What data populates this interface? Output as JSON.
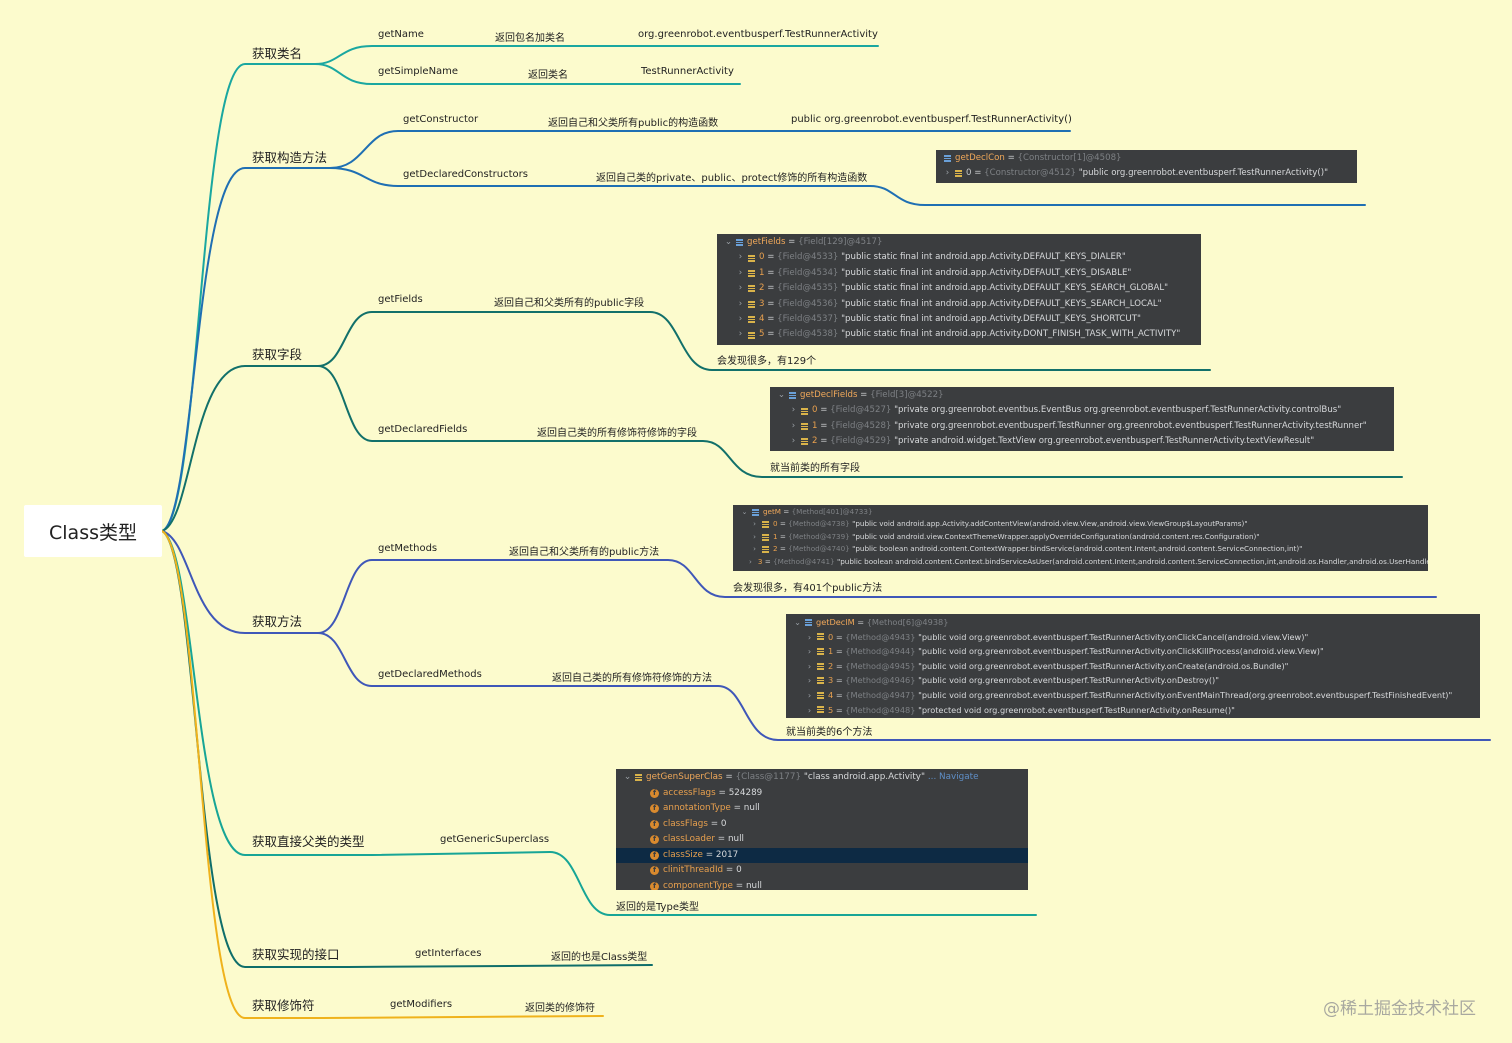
{
  "root": {
    "label": "Class类型"
  },
  "branches": [
    {
      "label": "获取类名",
      "children": [
        {
          "method": "getName",
          "desc": "返回包名加类名",
          "example": "org.greenrobot.eventbusperf.TestRunnerActivity"
        },
        {
          "method": "getSimpleName",
          "desc": "返回类名",
          "example": "TestRunnerActivity"
        }
      ]
    },
    {
      "label": "获取构造方法",
      "children": [
        {
          "method": "getConstructor",
          "desc": "返回自己和父类所有public的构造函数",
          "example": "public org.greenrobot.eventbusperf.TestRunnerActivity()"
        },
        {
          "method": "getDeclaredConstructors",
          "desc": "返回自己类的private、public、protect修饰的所有构造函数"
        }
      ]
    },
    {
      "label": "获取字段",
      "children": [
        {
          "method": "getFields",
          "desc": "返回自己和父类所有的public字段",
          "note": "会发现很多，有129个"
        },
        {
          "method": "getDeclaredFields",
          "desc": "返回自己类的所有修饰符修饰的字段",
          "note": "就当前类的所有字段"
        }
      ]
    },
    {
      "label": "获取方法",
      "children": [
        {
          "method": "getMethods",
          "desc": "返回自己和父类所有的public方法",
          "note": "会发现很多，有401个public方法"
        },
        {
          "method": "getDeclaredMethods",
          "desc": "返回自己类的所有修饰符修饰的方法",
          "note": "就当前类的6个方法"
        }
      ]
    },
    {
      "label": "获取直接父类的类型",
      "children": [
        {
          "method": "getGenericSuperclass",
          "note": "返回的是Type类型"
        }
      ]
    },
    {
      "label": "获取实现的接口",
      "children": [
        {
          "method": "getInterfaces",
          "desc": "返回的也是Class类型"
        }
      ]
    },
    {
      "label": "获取修饰符",
      "children": [
        {
          "method": "getModifiers",
          "desc": "返回类的修饰符"
        }
      ]
    }
  ],
  "panels": {
    "ctor": {
      "head": {
        "name": "getDeclCon",
        "ref": "{Constructor[1]@4508}"
      },
      "rows": [
        {
          "idx": "0",
          "ref": "{Constructor@4512}",
          "val": "\"public org.greenrobot.eventbusperf.TestRunnerActivity()\""
        }
      ]
    },
    "fields": {
      "head": {
        "name": "getFields",
        "ref": "{Field[129]@4517}"
      },
      "rows": [
        {
          "idx": "0",
          "ref": "{Field@4533}",
          "val": "\"public static final int android.app.Activity.DEFAULT_KEYS_DIALER\""
        },
        {
          "idx": "1",
          "ref": "{Field@4534}",
          "val": "\"public static final int android.app.Activity.DEFAULT_KEYS_DISABLE\""
        },
        {
          "idx": "2",
          "ref": "{Field@4535}",
          "val": "\"public static final int android.app.Activity.DEFAULT_KEYS_SEARCH_GLOBAL\""
        },
        {
          "idx": "3",
          "ref": "{Field@4536}",
          "val": "\"public static final int android.app.Activity.DEFAULT_KEYS_SEARCH_LOCAL\""
        },
        {
          "idx": "4",
          "ref": "{Field@4537}",
          "val": "\"public static final int android.app.Activity.DEFAULT_KEYS_SHORTCUT\""
        },
        {
          "idx": "5",
          "ref": "{Field@4538}",
          "val": "\"public static final int android.app.Activity.DONT_FINISH_TASK_WITH_ACTIVITY\""
        }
      ]
    },
    "declFields": {
      "head": {
        "name": "getDeclFields",
        "ref": "{Field[3]@4522}"
      },
      "rows": [
        {
          "idx": "0",
          "ref": "{Field@4527}",
          "val": "\"private org.greenrobot.eventbus.EventBus org.greenrobot.eventbusperf.TestRunnerActivity.controlBus\""
        },
        {
          "idx": "1",
          "ref": "{Field@4528}",
          "val": "\"private org.greenrobot.eventbusperf.TestRunner org.greenrobot.eventbusperf.TestRunnerActivity.testRunner\""
        },
        {
          "idx": "2",
          "ref": "{Field@4529}",
          "val": "\"private android.widget.TextView org.greenrobot.eventbusperf.TestRunnerActivity.textViewResult\""
        }
      ]
    },
    "methods": {
      "head": {
        "name": "getM",
        "ref": "{Method[401]@4733}"
      },
      "rows": [
        {
          "idx": "0",
          "ref": "{Method@4738}",
          "val": "\"public void android.app.Activity.addContentView(android.view.View,android.view.ViewGroup$LayoutParams)\""
        },
        {
          "idx": "1",
          "ref": "{Method@4739}",
          "val": "\"public void android.view.ContextThemeWrapper.applyOverrideConfiguration(android.content.res.Configuration)\""
        },
        {
          "idx": "2",
          "ref": "{Method@4740}",
          "val": "\"public boolean android.content.ContextWrapper.bindService(android.content.Intent,android.content.ServiceConnection,int)\""
        },
        {
          "idx": "3",
          "ref": "{Method@4741}",
          "val": "\"public boolean android.content.Context.bindServiceAsUser(android.content.Intent,android.content.ServiceConnection,int,android.os.Handler,android.os.UserHandle)\""
        }
      ]
    },
    "declMethods": {
      "head": {
        "name": "getDeclM",
        "ref": "{Method[6]@4938}"
      },
      "rows": [
        {
          "idx": "0",
          "ref": "{Method@4943}",
          "val": "\"public void org.greenrobot.eventbusperf.TestRunnerActivity.onClickCancel(android.view.View)\""
        },
        {
          "idx": "1",
          "ref": "{Method@4944}",
          "val": "\"public void org.greenrobot.eventbusperf.TestRunnerActivity.onClickKillProcess(android.view.View)\""
        },
        {
          "idx": "2",
          "ref": "{Method@4945}",
          "val": "\"public void org.greenrobot.eventbusperf.TestRunnerActivity.onCreate(android.os.Bundle)\""
        },
        {
          "idx": "3",
          "ref": "{Method@4946}",
          "val": "\"public void org.greenrobot.eventbusperf.TestRunnerActivity.onDestroy()\""
        },
        {
          "idx": "4",
          "ref": "{Method@4947}",
          "val": "\"public void org.greenrobot.eventbusperf.TestRunnerActivity.onEventMainThread(org.greenrobot.eventbusperf.TestFinishedEvent)\""
        },
        {
          "idx": "5",
          "ref": "{Method@4948}",
          "val": "\"protected void org.greenrobot.eventbusperf.TestRunnerActivity.onResume()\""
        }
      ]
    },
    "superclass": {
      "head": {
        "name": "getGenSuperClas",
        "ref": "{Class@1177}",
        "val": "\"class android.app.Activity\"",
        "nav": "... Navigate"
      },
      "rows": [
        {
          "name": "accessFlags",
          "val": "524289"
        },
        {
          "name": "annotationType",
          "val": "null"
        },
        {
          "name": "classFlags",
          "val": "0"
        },
        {
          "name": "classLoader",
          "val": "null"
        },
        {
          "name": "classSize",
          "val": "2017"
        },
        {
          "name": "clinitThreadId",
          "val": "0"
        },
        {
          "name": "componentType",
          "val": "null"
        }
      ]
    }
  },
  "watermark": "@稀土掘金技术社区",
  "colors": {
    "background": "#fcfbcd",
    "branch_name": "#1aa7a0",
    "branch_ctor": "#1f6fb3",
    "branch_fields": "#12706a",
    "branch_methods": "#3f57b8",
    "branch_super": "#17a596",
    "branch_iface": "#0f6e6a",
    "branch_mod": "#efb21c",
    "panel_bg": "#3b3d3f"
  }
}
